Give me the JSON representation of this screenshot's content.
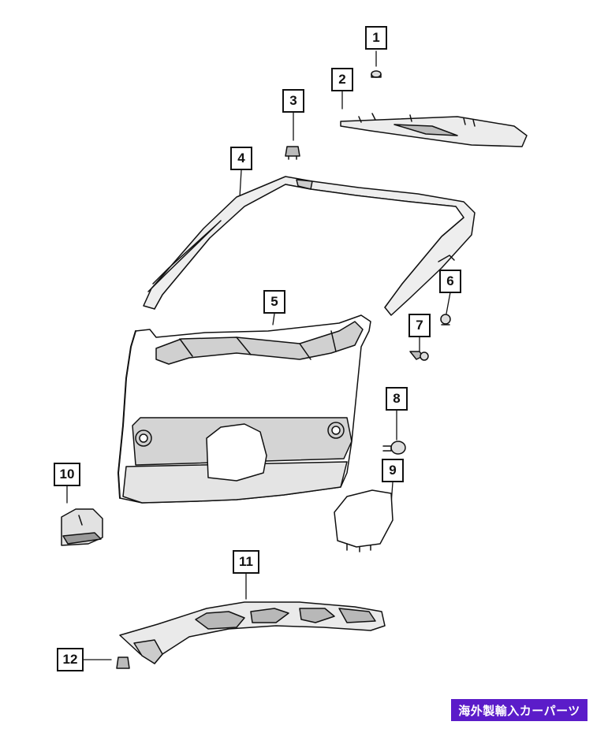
{
  "diagram": {
    "parts": [
      {
        "number": "1"
      },
      {
        "number": "2"
      },
      {
        "number": "3"
      },
      {
        "number": "4"
      },
      {
        "number": "5"
      },
      {
        "number": "6"
      },
      {
        "number": "7"
      },
      {
        "number": "8"
      },
      {
        "number": "9"
      },
      {
        "number": "10"
      },
      {
        "number": "11"
      },
      {
        "number": "12"
      }
    ]
  },
  "badge": {
    "text": "海外製輸入カーパーツ"
  },
  "colors": {
    "badge_bg": "#5b1cc9",
    "line": "#111111",
    "panel_fill": "#d9d9d9",
    "panel_dark": "#a8a8a8"
  }
}
